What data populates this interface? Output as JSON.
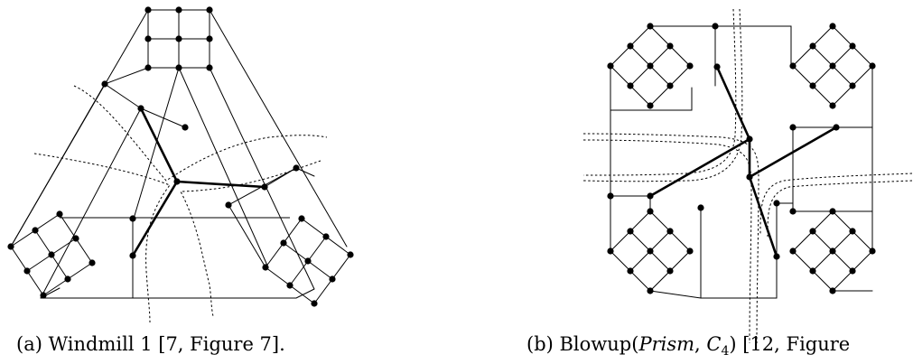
{
  "figures": [
    {
      "id": "a",
      "caption": {
        "label": "(a) Windmill 1 [7, Figure 7]."
      }
    },
    {
      "id": "b",
      "caption": {
        "label": "(b) Blowup(",
        "math": "Prism",
        "sep": ", ",
        "math2": "C",
        "sub": "4",
        "rest": ") [12, Figure"
      }
    }
  ]
}
